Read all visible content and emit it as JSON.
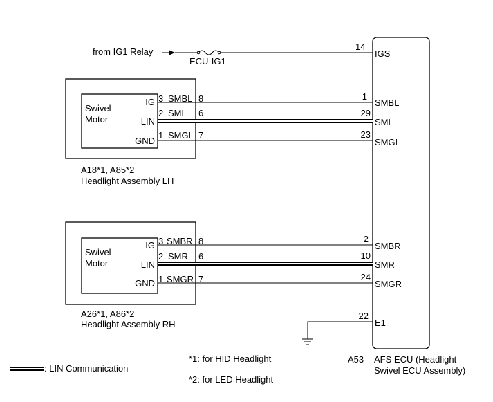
{
  "source": {
    "text": "from IG1 Relay",
    "fuse": "ECU-IG1"
  },
  "ecu": {
    "code": "A53",
    "name_line1": "AFS ECU (Headlight",
    "name_line2": "Swivel ECU Assembly)",
    "terminals": [
      {
        "num": "14",
        "name": "IGS"
      },
      {
        "num": "1",
        "name": "SMBL"
      },
      {
        "num": "29",
        "name": "SML"
      },
      {
        "num": "23",
        "name": "SMGL"
      },
      {
        "num": "2",
        "name": "SMBR"
      },
      {
        "num": "10",
        "name": "SMR"
      },
      {
        "num": "24",
        "name": "SMGR"
      },
      {
        "num": "22",
        "name": "E1"
      }
    ]
  },
  "lh": {
    "motor_line1": "Swivel",
    "motor_line2": "Motor",
    "pins": [
      {
        "label": "IG",
        "pin": "3",
        "signal": "SMBL",
        "conn": "8"
      },
      {
        "label": "LIN",
        "pin": "2",
        "signal": "SML",
        "conn": "6"
      },
      {
        "label": "GND",
        "pin": "1",
        "signal": "SMGL",
        "conn": "7"
      }
    ],
    "code": "A18*1, A85*2",
    "name": "Headlight Assembly LH"
  },
  "rh": {
    "motor_line1": "Swivel",
    "motor_line2": "Motor",
    "pins": [
      {
        "label": "IG",
        "pin": "3",
        "signal": "SMBR",
        "conn": "8"
      },
      {
        "label": "LIN",
        "pin": "2",
        "signal": "SMR",
        "conn": "6"
      },
      {
        "label": "GND",
        "pin": "1",
        "signal": "SMGR",
        "conn": "7"
      }
    ],
    "code": "A26*1, A86*2",
    "name": "Headlight Assembly RH"
  },
  "legend": {
    "lin": ": LIN Communication",
    "note1": "*1: for HID Headlight",
    "note2": "*2: for LED Headlight"
  }
}
